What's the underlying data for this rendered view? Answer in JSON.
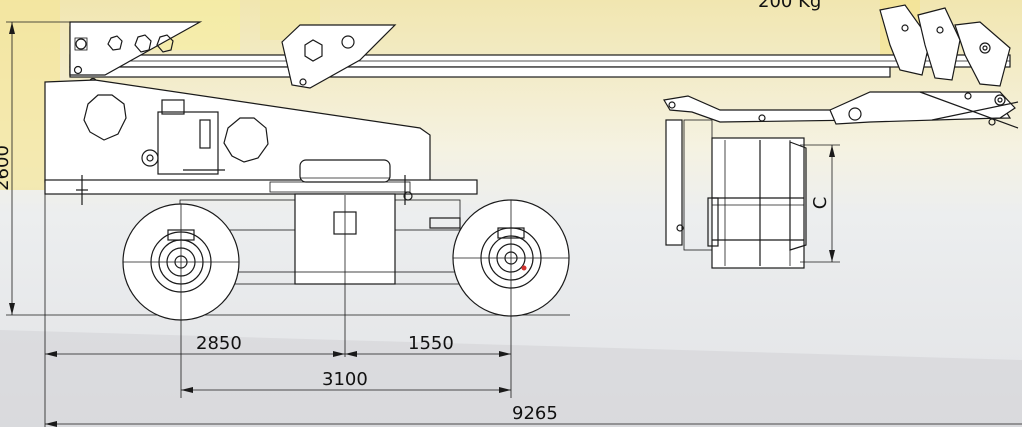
{
  "drawing": {
    "load_label": "200 Kg",
    "overall_height": "2600",
    "basket_height": "C",
    "dim_left_to_center": "2850",
    "dim_center_to_rear": "1550",
    "dim_wheelbase": "3100",
    "dim_overall_length": "9265"
  },
  "colors": {
    "background_yellow": "#f2dc3a",
    "asphalt": "#d9dadc",
    "ink": "#1a1a1a"
  }
}
